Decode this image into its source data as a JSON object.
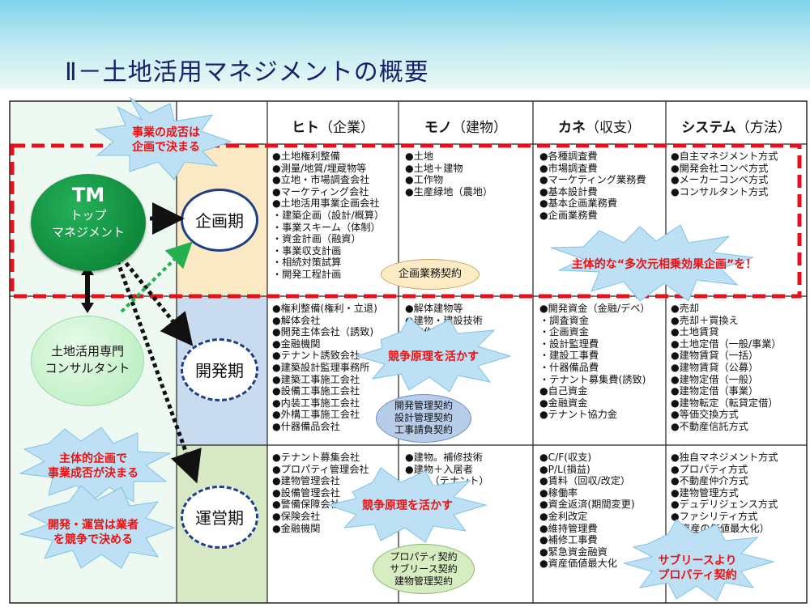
{
  "slide_title": "Ⅱ－土地活用マネジメントの概要",
  "columns": [
    {
      "bold": "ヒト",
      "sub": "（企業）"
    },
    {
      "bold": "モノ",
      "sub": "（建物）"
    },
    {
      "bold": "カネ",
      "sub": "（収支）"
    },
    {
      "bold": "システム",
      "sub": "（方法）"
    }
  ],
  "phases": {
    "planning": "企画期",
    "development": "開発期",
    "operation": "運営期"
  },
  "tm": {
    "line1": "TM",
    "line2": "トップ",
    "line3": "マネジメント"
  },
  "consultant": {
    "line1": "土地活用専門",
    "line2": "コンサルタント"
  },
  "cells": {
    "planning_hito": [
      "●土地権利整備",
      "●測量/地質/埋蔵物等",
      "●立地・市場調査会社",
      "●マーケティング会社",
      "●土地活用事業企画会社",
      "・建築企画（設計/概算）",
      "・事業スキーム（体制）",
      "・資金計画（融資）",
      "・事業収支計画",
      "・相続対策試算",
      "・開発工程計画"
    ],
    "planning_mono": [
      "●土地",
      "●土地＋建物",
      "●工作物",
      "●生産緑地（農地）"
    ],
    "planning_kane": [
      "●各種調査費",
      "●市場調査費",
      "●マーケティング業務費",
      "●基本設計費",
      "●基本企画業務費",
      "●企画業務費"
    ],
    "planning_system": [
      "●自主マネジメント方式",
      "●開発会社コンペ方式",
      "●メーカーコンペ方式",
      "●コンサルタント方式"
    ],
    "dev_hito": [
      "●権利整備(権利・立退)",
      "●解体会社",
      "●開発主体会社（誘致)",
      "●金融機関",
      "●テナント誘致会社",
      "●建築設計監理事務所",
      "●建築工事施工会社",
      "●設備工事施工会社",
      "●内装工事施工会社",
      "●外構工事施工会社",
      "●什器備品会社"
    ],
    "dev_mono": [
      "●解体建物等",
      "●建物・建設技術",
      "●工作物"
    ],
    "dev_kane": [
      "●開発資金（金融/デベ）",
      "・調査資金",
      "・企画資金",
      "・設計監理費",
      "・建設工事費",
      "・什器備品費",
      "・テナント募集費(誘致)",
      "●自己資金",
      "●金融資金",
      "●テナント協力金"
    ],
    "dev_system": [
      "●売却",
      "●売却＋買換え",
      "●土地賃貸",
      "●土地定借（一般/事業）",
      "●建物賃貸（一括）",
      "●建物賃貸（公募）",
      "●建物定借（一般）",
      "●建物定借（事業）",
      "●建物転定（転貸定借）",
      "●等価交換方式",
      "●不動産信託方式"
    ],
    "op_hito": [
      "●テナント募集会社",
      "●プロパティ管理会社",
      "●建物管理会社",
      "●設備管理会社",
      "●警備保障会社",
      "●保険会社",
      "●金融機関"
    ],
    "op_mono": [
      "●建物。補修技術",
      "●建物＋入居者",
      "　　　（テナント）"
    ],
    "op_kane": [
      "●C/F(収支)",
      "●P/L(損益)",
      "●賃料（回収/改定）",
      "●稼働率",
      "●資金返済(期間変更)",
      "●金利改定",
      "●維持管理費",
      "●補修工事費",
      "●緊急資金融資",
      "●資産価値最大化"
    ],
    "op_system": [
      "●独自マネジメント方式",
      "●プロパティ方式",
      "●不動産仲介方式",
      "●建物管理方式",
      "●デュデリジェンス方式",
      "●ファシリティ方式",
      "（資産の価値最大化）"
    ]
  },
  "ovals": {
    "planning_contract": "企画業務契約",
    "dev_contract": [
      "開発管理契約",
      "設計管理契約",
      "工事請負契約"
    ],
    "op_contract": [
      "プロパティ契約",
      "サブリース契約",
      "建物管理契約"
    ]
  },
  "bursts": {
    "b1": [
      "事業の成否は",
      "企画で決まる"
    ],
    "b2": [
      "主体的な“多次元相乗効果企画”を！"
    ],
    "b3": [
      "競争原理を活かす"
    ],
    "b4": [
      "競争原理を活かす"
    ],
    "b5": [
      "主体的企画で",
      "事業成否が決まる"
    ],
    "b6": [
      "開発・運営は業者",
      "を競争で決める"
    ],
    "b7": [
      "サブリースより",
      "プロパティ契約"
    ]
  },
  "colors": {
    "title": "#17206b",
    "burst_fill": "#bde0f5",
    "burst_text": "#e11111",
    "dash_red": "#e8101a",
    "tm_green": "#0f8a3b",
    "planning_fill": "#fbe9c4",
    "dev_fill": "#c9dcef",
    "op_fill": "#d6e8c4",
    "left_fill": "#eef9f2"
  }
}
